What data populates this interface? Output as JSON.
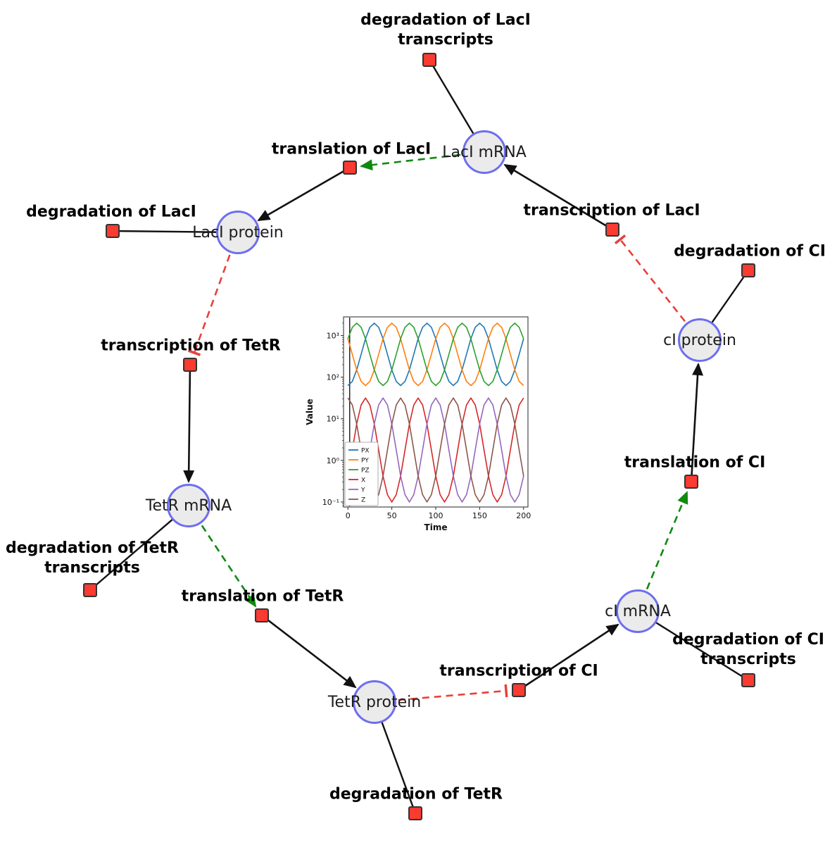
{
  "diagram": {
    "title": "repressilator gene regulatory network",
    "species": [
      {
        "id": "laci-mrna",
        "label": "LacI mRNA"
      },
      {
        "id": "laci-protein",
        "label": "LacI protein"
      },
      {
        "id": "tetr-mrna",
        "label": "TetR mRNA"
      },
      {
        "id": "tetr-protein",
        "label": "TetR protein"
      },
      {
        "id": "ci-mrna",
        "label": "cI mRNA"
      },
      {
        "id": "ci-protein",
        "label": "cI protein"
      }
    ],
    "reactions": [
      {
        "id": "deg-laci-transcripts",
        "label": "degradation of LacI transcripts"
      },
      {
        "id": "translation-laci",
        "label": "translation of LacI"
      },
      {
        "id": "deg-laci",
        "label": "degradation of LacI"
      },
      {
        "id": "transcription-laci",
        "label": "transcription of LacI"
      },
      {
        "id": "deg-ci",
        "label": "degradation of CI"
      },
      {
        "id": "transcription-tetr",
        "label": "transcription of TetR"
      },
      {
        "id": "deg-tetr-transcripts",
        "label": "degradation of TetR transcripts"
      },
      {
        "id": "translation-tetr",
        "label": "translation of TetR"
      },
      {
        "id": "translation-ci",
        "label": "translation of CI"
      },
      {
        "id": "transcription-ci",
        "label": "transcription of CI"
      },
      {
        "id": "deg-ci-transcripts",
        "label": "degradation of CI transcripts"
      },
      {
        "id": "deg-tetr",
        "label": "degradation of TetR"
      }
    ],
    "edges": [
      {
        "from": "transcription of LacI",
        "to": "LacI mRNA",
        "type": "production"
      },
      {
        "from": "LacI mRNA",
        "to": "translation of LacI",
        "type": "modifier"
      },
      {
        "from": "translation of LacI",
        "to": "LacI protein",
        "type": "production"
      },
      {
        "from": "LacI mRNA",
        "to": "degradation of LacI transcripts",
        "type": "consumption"
      },
      {
        "from": "LacI protein",
        "to": "degradation of LacI",
        "type": "consumption"
      },
      {
        "from": "LacI protein",
        "to": "transcription of TetR",
        "type": "inhibition"
      },
      {
        "from": "transcription of TetR",
        "to": "TetR mRNA",
        "type": "production"
      },
      {
        "from": "TetR mRNA",
        "to": "translation of TetR",
        "type": "modifier"
      },
      {
        "from": "translation of TetR",
        "to": "TetR protein",
        "type": "production"
      },
      {
        "from": "TetR mRNA",
        "to": "degradation of TetR transcripts",
        "type": "consumption"
      },
      {
        "from": "TetR protein",
        "to": "degradation of TetR",
        "type": "consumption"
      },
      {
        "from": "TetR protein",
        "to": "transcription of CI",
        "type": "inhibition"
      },
      {
        "from": "transcription of CI",
        "to": "cI mRNA",
        "type": "production"
      },
      {
        "from": "cI mRNA",
        "to": "translation of CI",
        "type": "modifier"
      },
      {
        "from": "translation of CI",
        "to": "cI protein",
        "type": "production"
      },
      {
        "from": "cI mRNA",
        "to": "degradation of CI transcripts",
        "type": "consumption"
      },
      {
        "from": "cI protein",
        "to": "degradation of CI",
        "type": "consumption"
      },
      {
        "from": "cI protein",
        "to": "transcription of LacI",
        "type": "inhibition"
      }
    ],
    "colors": {
      "species_fill": "#ebebeb",
      "species_border": "#6e6ef0",
      "reaction_fill": "#f93b31",
      "reaction_border": "#333333",
      "edge": "#111111",
      "activation": "#0f8a0f",
      "inhibition": "#e8403a"
    }
  },
  "chart_data": {
    "type": "line",
    "title": "",
    "xlabel": "Time",
    "ylabel": "Value",
    "y_scale": "log",
    "xlim": [
      -5,
      205
    ],
    "x_ticks": [
      0,
      50,
      100,
      150,
      200
    ],
    "y_tick_labels": [
      "10⁻¹",
      "10⁰",
      "10¹",
      "10²",
      "10³"
    ],
    "legend_position": "lower left",
    "grid": false,
    "transient_x": 2,
    "x": [
      0,
      5,
      10,
      15,
      20,
      25,
      30,
      35,
      40,
      45,
      50,
      55,
      60,
      65,
      70,
      75,
      80,
      85,
      90,
      95,
      100,
      105,
      110,
      115,
      120,
      125,
      130,
      135,
      140,
      145,
      150,
      155,
      160,
      165,
      170,
      175,
      180,
      185,
      190,
      195,
      200
    ],
    "series": [
      {
        "name": "PX",
        "color": "#1f77b4",
        "values": [
          63,
          79,
          150,
          355,
          841,
          1585,
          1995,
          1585,
          841,
          355,
          150,
          79,
          63,
          79,
          150,
          355,
          841,
          1585,
          1995,
          1585,
          841,
          355,
          150,
          79,
          63,
          79,
          150,
          355,
          841,
          1585,
          1995,
          1585,
          841,
          355,
          150,
          79,
          63,
          79,
          150,
          355,
          841
        ]
      },
      {
        "name": "PY",
        "color": "#ff7f0e",
        "values": [
          841,
          355,
          150,
          79,
          63,
          79,
          150,
          355,
          841,
          1585,
          1995,
          1585,
          841,
          355,
          150,
          79,
          63,
          79,
          150,
          355,
          841,
          1585,
          1995,
          1585,
          841,
          355,
          150,
          79,
          63,
          79,
          150,
          355,
          841,
          1585,
          1995,
          1585,
          841,
          355,
          150,
          79,
          63
        ]
      },
      {
        "name": "PZ",
        "color": "#2ca02c",
        "values": [
          841,
          1585,
          1995,
          1585,
          841,
          355,
          150,
          79,
          63,
          79,
          150,
          355,
          841,
          1585,
          1995,
          1585,
          841,
          355,
          150,
          79,
          63,
          79,
          150,
          355,
          841,
          1585,
          1995,
          1585,
          841,
          355,
          150,
          79,
          63,
          79,
          150,
          355,
          841,
          1585,
          1995,
          1585,
          841
        ]
      },
      {
        "name": "X",
        "color": "#d62728",
        "values": [
          0.42,
          1.78,
          7.5,
          21.5,
          31.6,
          21.5,
          7.5,
          1.78,
          0.42,
          0.15,
          0.1,
          0.15,
          0.42,
          1.78,
          7.5,
          21.5,
          31.6,
          21.5,
          7.5,
          1.78,
          0.42,
          0.15,
          0.1,
          0.15,
          0.42,
          1.78,
          7.5,
          21.5,
          31.6,
          21.5,
          7.5,
          1.78,
          0.42,
          0.15,
          0.1,
          0.15,
          0.42,
          1.78,
          7.5,
          21.5,
          31.6
        ]
      },
      {
        "name": "Y",
        "color": "#9467bd",
        "values": [
          0.42,
          0.15,
          0.1,
          0.15,
          0.42,
          1.78,
          7.5,
          21.5,
          31.6,
          21.5,
          7.5,
          1.78,
          0.42,
          0.15,
          0.1,
          0.15,
          0.42,
          1.78,
          7.5,
          21.5,
          31.6,
          21.5,
          7.5,
          1.78,
          0.42,
          0.15,
          0.1,
          0.15,
          0.42,
          1.78,
          7.5,
          21.5,
          31.6,
          21.5,
          7.5,
          1.78,
          0.42,
          0.15,
          0.1,
          0.15,
          0.42
        ]
      },
      {
        "name": "Z",
        "color": "#8c564b",
        "values": [
          31.6,
          21.5,
          7.5,
          1.78,
          0.42,
          0.15,
          0.1,
          0.15,
          0.42,
          1.78,
          7.5,
          21.5,
          31.6,
          21.5,
          7.5,
          1.78,
          0.42,
          0.15,
          0.1,
          0.15,
          0.42,
          1.78,
          7.5,
          21.5,
          31.6,
          21.5,
          7.5,
          1.78,
          0.42,
          0.15,
          0.1,
          0.15,
          0.42,
          1.78,
          7.5,
          21.5,
          31.6,
          21.5,
          7.5,
          1.78,
          0.42
        ]
      }
    ]
  }
}
